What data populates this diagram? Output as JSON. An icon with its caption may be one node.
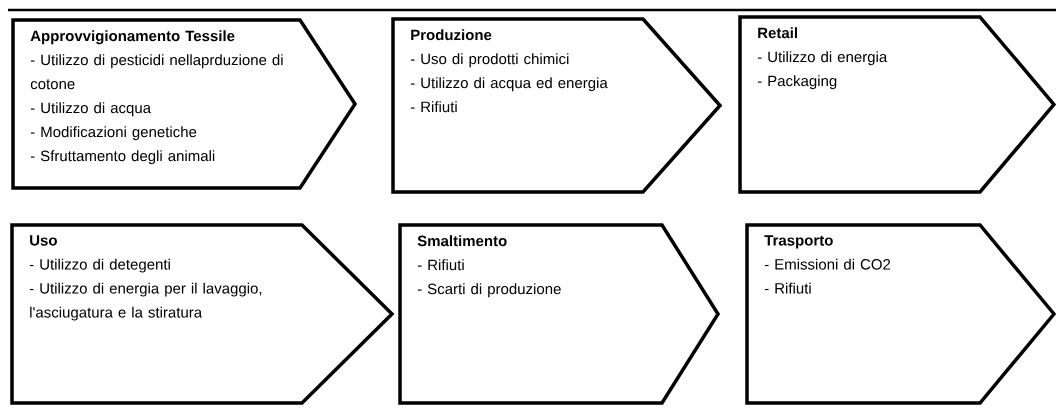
{
  "diagram": {
    "nodes": [
      {
        "text": [
          "Approvvigionamento Tessile",
          "- Utilizzo di pesticidi nellaprduzione di cotone",
          "- Utilizzo di acqua",
          "- Modificazioni genetiche",
          "- Sfruttamento degli animali"
        ]
      },
      {
        "text": [
          "Produzione",
          "- Uso di prodotti chimici",
          "- Utilizzo di acqua ed energia",
          "- Rifiuti"
        ]
      },
      {
        "text": [
          "Retail",
          "- Utilizzo di energia",
          "- Packaging"
        ]
      },
      {
        "text": [
          "Uso",
          "- Utilizzo di detegenti",
          "- Utilizzo di energia per il lavaggio, l'asciugatura e la stiratura"
        ]
      },
      {
        "text": [
          "Smaltimento",
          "- Rifiuti",
          "- Scarti di produzione"
        ]
      },
      {
        "text": [
          "Trasporto",
          "- Emissioni di CO2",
          "- Rifiuti"
        ]
      }
    ]
  }
}
